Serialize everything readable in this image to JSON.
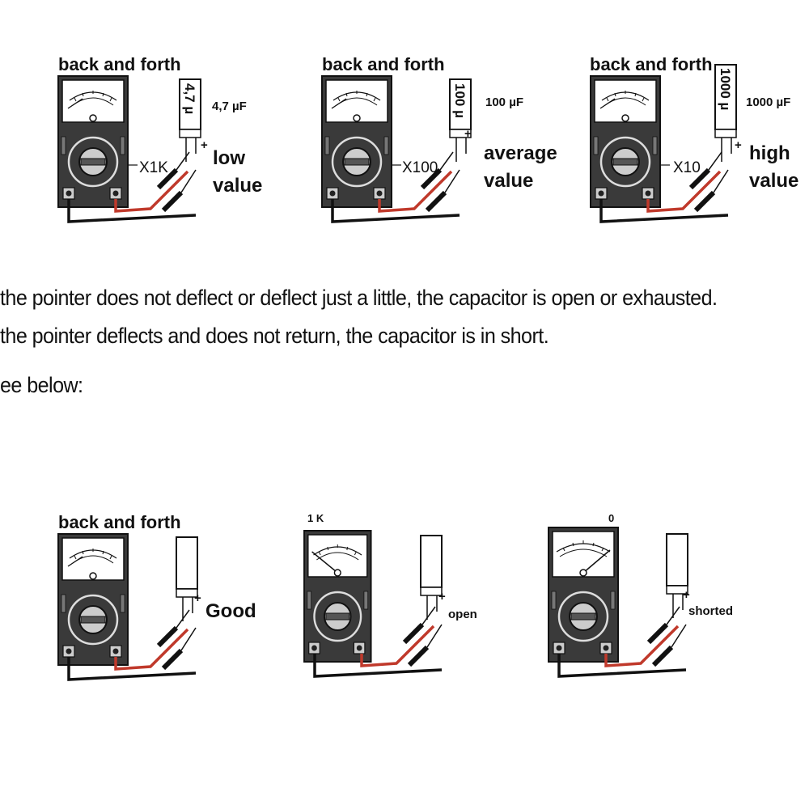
{
  "top_row": [
    {
      "heading": "back and forth",
      "capacitor_body": "4,7 µ",
      "capacitance": "4,7 µF",
      "range": "X1K",
      "value_line1": "low",
      "value_line2": "value"
    },
    {
      "heading": "back and forth",
      "capacitor_body": "100 µ",
      "capacitance": "100 µF",
      "range": "X100",
      "value_line1": "average",
      "value_line2": "value"
    },
    {
      "heading": "back and forth",
      "capacitor_body": "1000 µ",
      "capacitance": "1000 µF",
      "range": "X10",
      "value_line1": "high",
      "value_line2": "value"
    }
  ],
  "paragraphs": {
    "line1": "the pointer does not deflect or deflect just a little, the capacitor is open or exhausted.",
    "line2": "the pointer deflects and does not return, the capacitor is in short.",
    "line3": "ee below:"
  },
  "bottom_row": [
    {
      "heading": "back and forth",
      "scale_label": "",
      "result": "Good"
    },
    {
      "heading": "",
      "scale_label": "1 K",
      "result": "open"
    },
    {
      "heading": "",
      "scale_label": "0",
      "result": "shorted"
    }
  ],
  "polarity": "+",
  "colors": {
    "meter_body": "#3a3a3a",
    "lead_red": "#c0392b",
    "lead_black": "#111111"
  }
}
